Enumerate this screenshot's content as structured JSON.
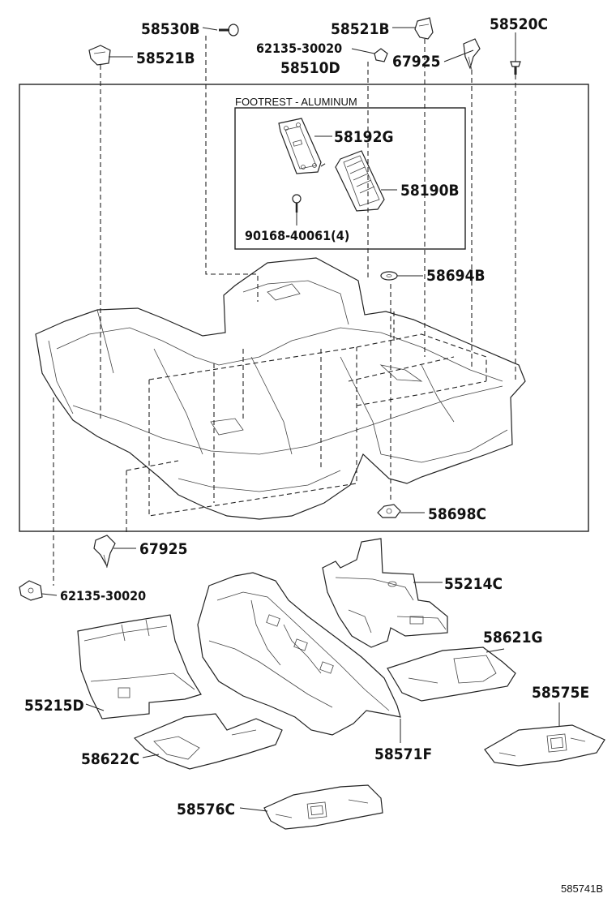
{
  "diagram": {
    "group_caption": "FOOTREST - ALUMINUM",
    "reference_code": "585741B",
    "callouts": [
      {
        "id": "c-58530b",
        "text": "58530B"
      },
      {
        "id": "c-58521b-top",
        "text": "58521B"
      },
      {
        "id": "c-58520c",
        "text": "58520C"
      },
      {
        "id": "c-58521b-left",
        "text": "58521B"
      },
      {
        "id": "c-62135-top",
        "text": "62135-30020"
      },
      {
        "id": "c-67925-top",
        "text": "67925"
      },
      {
        "id": "c-58510d",
        "text": "58510D"
      },
      {
        "id": "c-58192g",
        "text": "58192G"
      },
      {
        "id": "c-58190b",
        "text": "58190B"
      },
      {
        "id": "c-90168",
        "text": "90168-40061(4)"
      },
      {
        "id": "c-58694b",
        "text": "58694B"
      },
      {
        "id": "c-58698c",
        "text": "58698C"
      },
      {
        "id": "c-67925-mid",
        "text": "67925"
      },
      {
        "id": "c-62135-mid",
        "text": "62135-30020"
      },
      {
        "id": "c-55214c",
        "text": "55214C"
      },
      {
        "id": "c-58621g",
        "text": "58621G"
      },
      {
        "id": "c-55215d",
        "text": "55215D"
      },
      {
        "id": "c-58575e",
        "text": "58575E"
      },
      {
        "id": "c-58622c",
        "text": "58622C"
      },
      {
        "id": "c-58571f",
        "text": "58571F"
      },
      {
        "id": "c-58576c",
        "text": "58576C"
      }
    ]
  }
}
